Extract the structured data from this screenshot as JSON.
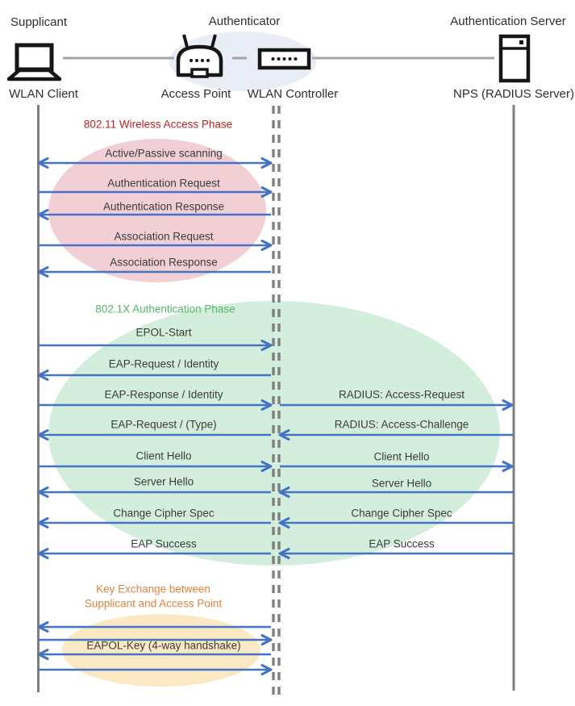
{
  "actors": {
    "supplicant_role": "Supplicant",
    "supplicant_device": "WLAN Client",
    "authenticator_role": "Authenticator",
    "access_point_device": "Access Point",
    "wlan_controller_device": "WLAN Controller",
    "server_role": "Authentication Server",
    "server_device": "NPS (RADIUS Server)"
  },
  "colors": {
    "arrow_blue": "#4472C4",
    "lifeline_gray": "#7F7F7F",
    "phase1_title": "#C02020",
    "phase1_ellipse": "#F1CFD4",
    "phase2_title": "#55B567",
    "phase2_ellipse": "#D4EEDD",
    "phase3_title": "#E0833F",
    "phase3_ellipse": "#FBE9C3",
    "authenticator_bg": "#E9EDF6"
  },
  "phases": [
    {
      "title": "802.11 Wireless Access Phase",
      "messages": [
        {
          "label": "Active/Passive scanning",
          "direction": "both",
          "from": "WLAN Client",
          "to": "WLAN Controller"
        },
        {
          "label": "Authentication Request",
          "direction": "right",
          "from": "WLAN Client",
          "to": "WLAN Controller"
        },
        {
          "label": "Authentication Response",
          "direction": "left",
          "from": "WLAN Controller",
          "to": "WLAN Client"
        },
        {
          "label": "Association Request",
          "direction": "right",
          "from": "WLAN Client",
          "to": "WLAN Controller"
        },
        {
          "label": "Association Response",
          "direction": "left",
          "from": "WLAN Controller",
          "to": "WLAN Client"
        }
      ]
    },
    {
      "title": "802.1X Authentication Phase",
      "messages": [
        {
          "label": "EPOL-Start",
          "direction": "right",
          "span": "client-wlc"
        },
        {
          "label": "EAP-Request / Identity",
          "direction": "left",
          "span": "client-wlc"
        },
        {
          "label": "EAP-Response / Identity",
          "direction": "right",
          "span": "client-wlc"
        },
        {
          "label": "RADIUS: Access-Request",
          "direction": "right",
          "span": "wlc-server"
        },
        {
          "label": "EAP-Request / (Type)",
          "direction": "left",
          "span": "client-wlc"
        },
        {
          "label": "RADIUS: Access-Challenge",
          "direction": "left",
          "span": "wlc-server"
        },
        {
          "label": "Client Hello",
          "direction": "right",
          "span": "client-wlc"
        },
        {
          "label": "Client Hello",
          "direction": "right",
          "span": "wlc-server"
        },
        {
          "label": "Server Hello",
          "direction": "left",
          "span": "client-wlc"
        },
        {
          "label": "Server Hello",
          "direction": "left",
          "span": "wlc-server"
        },
        {
          "label": "Change Cipher Spec",
          "direction": "left",
          "span": "client-wlc"
        },
        {
          "label": "Change Cipher Spec",
          "direction": "left",
          "span": "wlc-server"
        },
        {
          "label": "EAP Success",
          "direction": "left",
          "span": "client-wlc"
        },
        {
          "label": "EAP Success",
          "direction": "left",
          "span": "wlc-server"
        }
      ]
    },
    {
      "title_line1": "Key Exchange between",
      "title_line2": "Supplicant and Access Point",
      "messages": [
        {
          "label": "",
          "direction": "left",
          "span": "client-wlc"
        },
        {
          "label": "",
          "direction": "right",
          "span": "client-wlc"
        },
        {
          "label": "EAPOL-Key (4-way handshake)",
          "direction": "left",
          "span": "client-wlc"
        },
        {
          "label": "",
          "direction": "right",
          "span": "client-wlc"
        }
      ]
    }
  ]
}
